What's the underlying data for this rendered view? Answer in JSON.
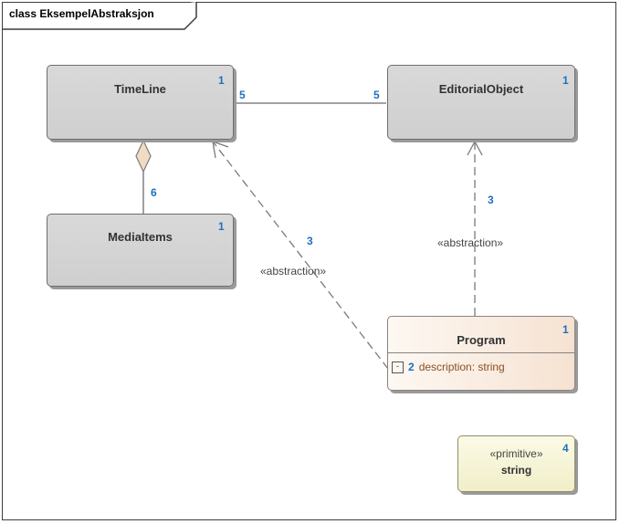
{
  "diagram": {
    "frame_title": "class EksempelAbstraksjon",
    "classes": {
      "timeline": {
        "name": "TimeLine",
        "badge": "1"
      },
      "editorial": {
        "name": "EditorialObject",
        "badge": "1"
      },
      "mediaitems": {
        "name": "MediaItems",
        "badge": "1"
      },
      "program": {
        "name": "Program",
        "badge": "1",
        "attribute": {
          "visibility": "-",
          "number": "2",
          "text": "description: string"
        }
      },
      "string": {
        "stereotype": "«primitive»",
        "name": "string",
        "badge": "4"
      }
    },
    "association": {
      "end_timeline": "5",
      "end_editorial": "5"
    },
    "aggregation": {
      "multiplicity": "6"
    },
    "abstraction_program_timeline": {
      "label": "«abstraction»",
      "number": "3"
    },
    "abstraction_program_editorial": {
      "label": "«abstraction»",
      "number": "3"
    },
    "colors": {
      "badge": "#1f6fbf",
      "class_fill": "#d4d4d4",
      "program_fill": "#f6e2d2",
      "primitive_fill": "#f3f0cc"
    }
  }
}
